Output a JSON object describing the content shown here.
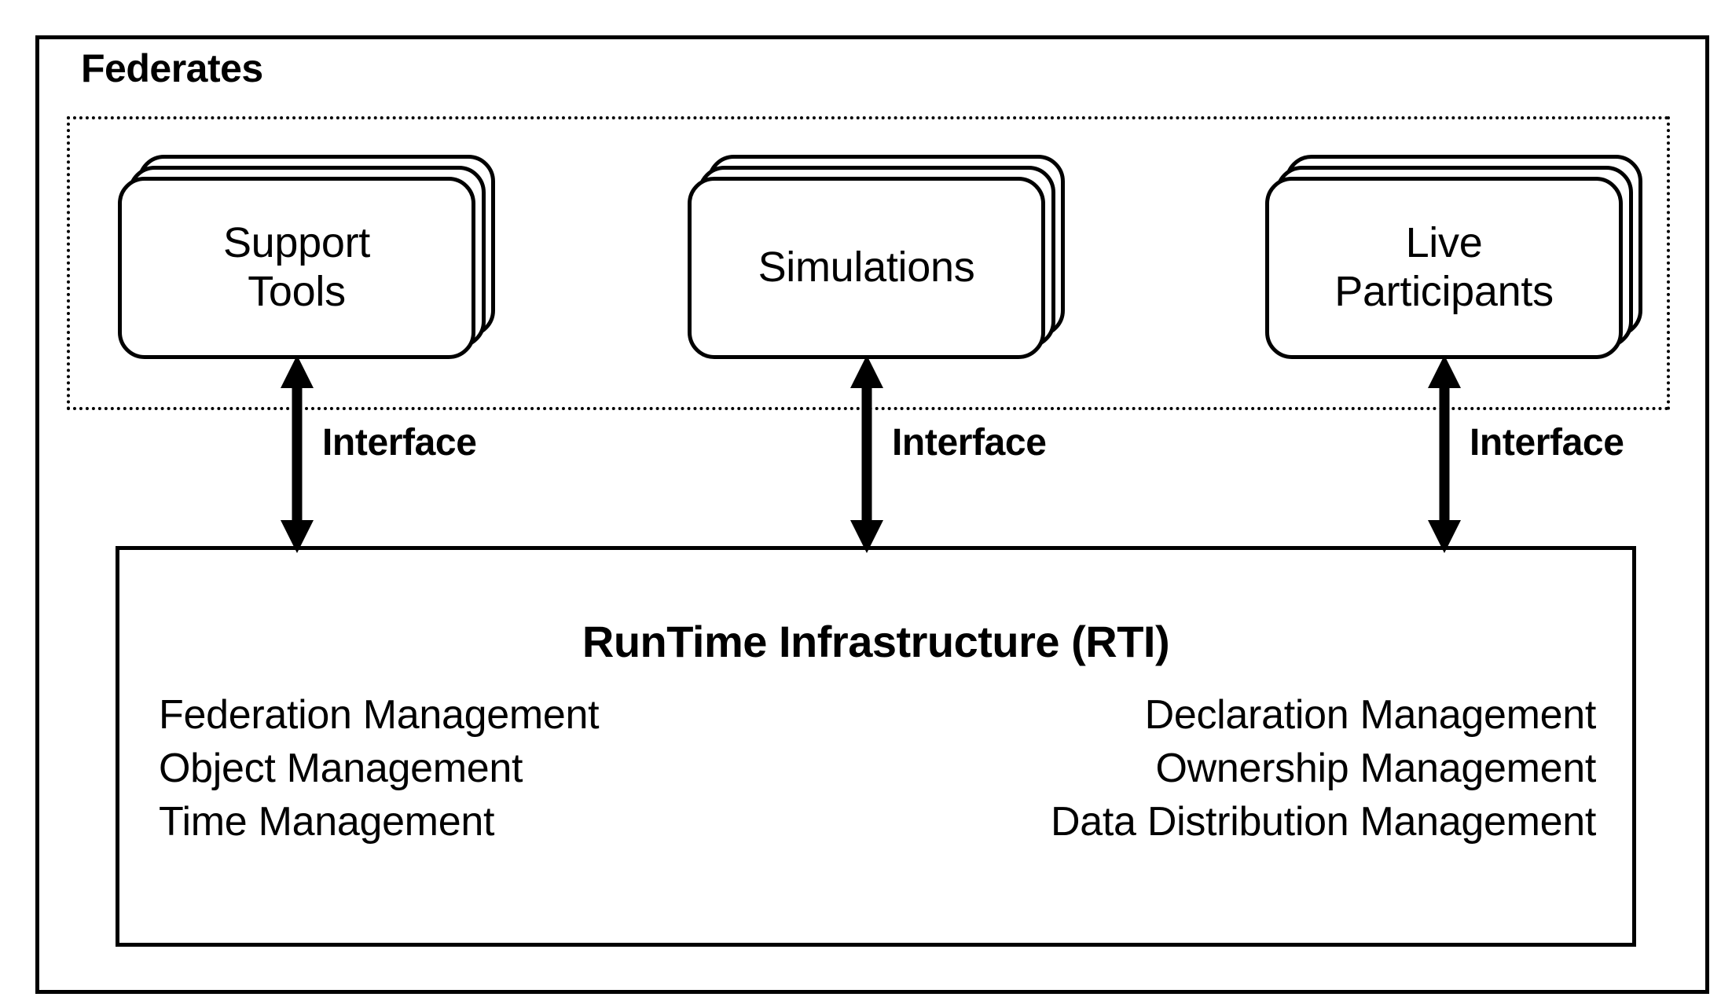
{
  "diagram": {
    "title_label": "Federates",
    "federates": {
      "cards": [
        {
          "name": "support-tools",
          "label": "Support\nTools",
          "copies": 3
        },
        {
          "name": "simulations",
          "label": "Simulations",
          "copies": 3
        },
        {
          "name": "live-participants",
          "label": "Live\nParticipants",
          "copies": 3
        }
      ]
    },
    "connectors": [
      {
        "name": "interface-support-tools",
        "label": "Interface",
        "style": "double-headed-arrow"
      },
      {
        "name": "interface-simulations",
        "label": "Interface",
        "style": "double-headed-arrow"
      },
      {
        "name": "interface-live-participants",
        "label": "Interface",
        "style": "double-headed-arrow"
      }
    ],
    "rti": {
      "title": "RunTime Infrastructure (RTI)",
      "left_column": [
        "Federation Management",
        "Object Management",
        "Time Management"
      ],
      "right_column": [
        "Declaration Management",
        "Ownership Management",
        "Data Distribution Management"
      ]
    },
    "colors": {
      "stroke": "#000000",
      "background": "#ffffff"
    }
  }
}
